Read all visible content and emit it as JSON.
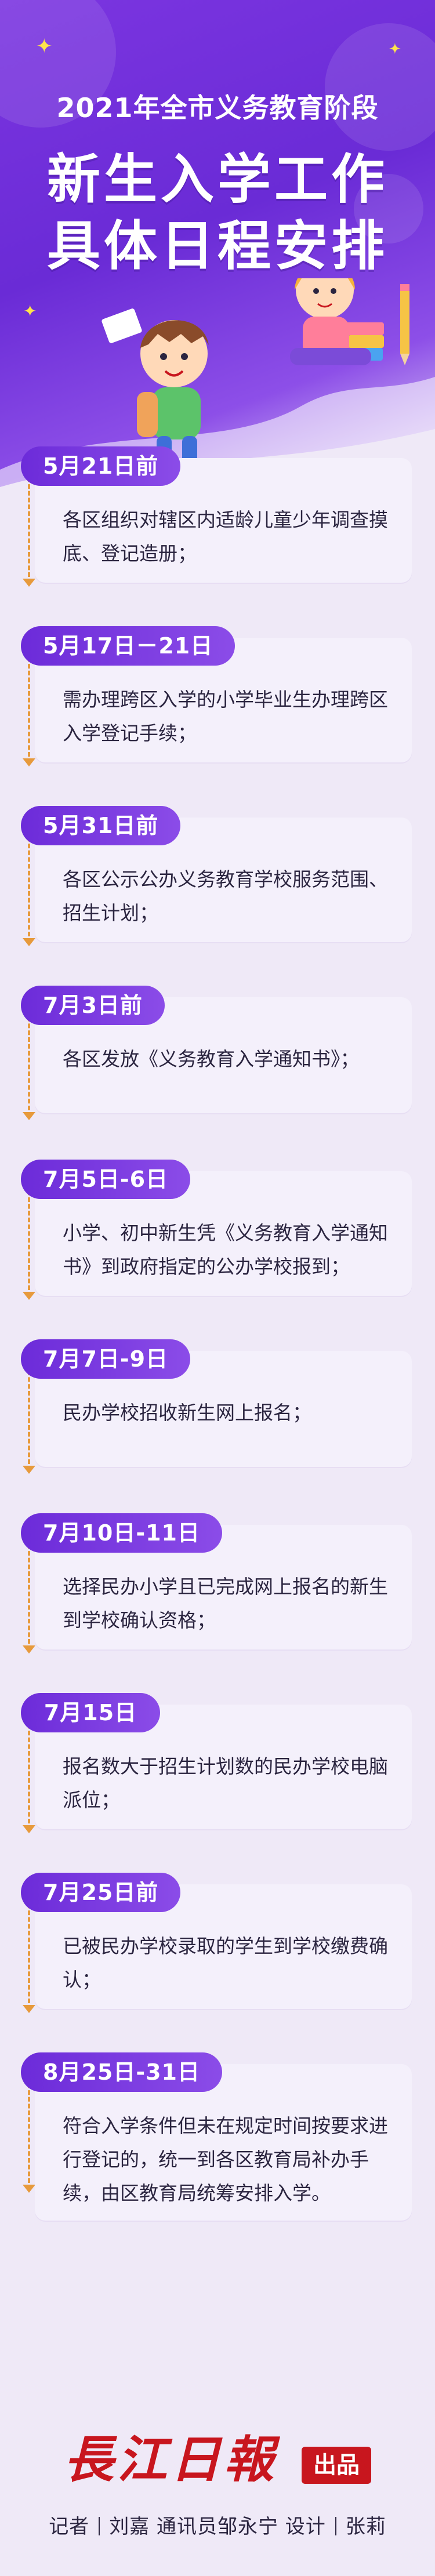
{
  "header": {
    "subtitle": "2021年全市义务教育阶段",
    "title_line1": "新生入学工作",
    "title_line2": "具体日程安排"
  },
  "timeline": [
    {
      "date": "5月21日前",
      "text": "各区组织对辖区内适龄儿童少年调查摸底、登记造册；"
    },
    {
      "date": "5月17日－21日",
      "text": "需办理跨区入学的小学毕业生办理跨区入学登记手续；"
    },
    {
      "date": "5月31日前",
      "text": "各区公示公办义务教育学校服务范围、招生计划；"
    },
    {
      "date": "7月3日前",
      "text": "各区发放《义务教育入学通知书》；"
    },
    {
      "date": "7月5日-6日",
      "text": "小学、初中新生凭《义务教育入学通知书》到政府指定的公办学校报到；"
    },
    {
      "date": "7月7日-9日",
      "text": "民办学校招收新生网上报名；"
    },
    {
      "date": "7月10日-11日",
      "text": "选择民办小学且已完成网上报名的新生到学校确认资格；"
    },
    {
      "date": "7月15日",
      "text": "报名数大于招生计划数的民办学校电脑派位；"
    },
    {
      "date": "7月25日前",
      "text": "已被民办学校录取的学生到学校缴费确认；"
    },
    {
      "date": "8月25日-31日",
      "text": "符合入学条件但未在规定时间按要求进行登记的，统一到各区教育局补办手续，由区教育局统筹安排入学。"
    }
  ],
  "footer": {
    "logo_text": "長江日報",
    "logo_stamp": "出品",
    "credit_1": "记者",
    "credit_2": "刘嘉 通讯员邹永宁 设计",
    "credit_3": "张莉"
  },
  "colors": {
    "accent": "#6c2bd9",
    "timeline_line": "#e79a3c",
    "logo_red": "#c8161e"
  }
}
